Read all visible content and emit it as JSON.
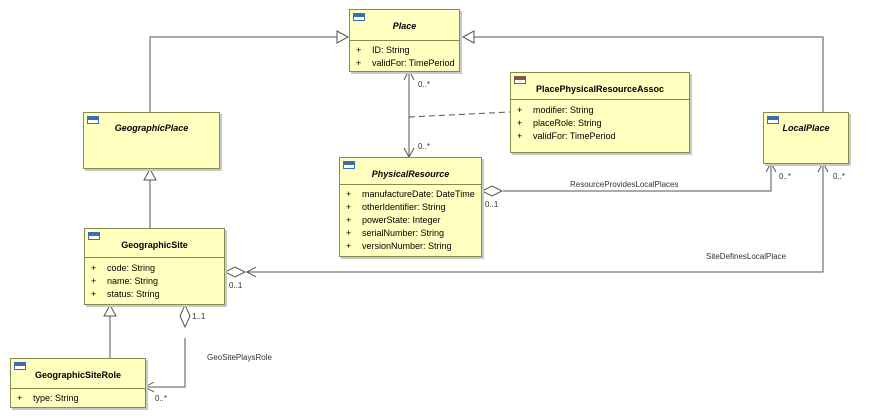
{
  "classes": {
    "place": {
      "name": "Place",
      "attributes": [
        {
          "visibility": "+",
          "text": "ID: String"
        },
        {
          "visibility": "+",
          "text": "validFor: TimePeriod"
        }
      ]
    },
    "place_physical_resource_assoc": {
      "name": "PlacePhysicalResourceAssoc",
      "attributes": [
        {
          "visibility": "+",
          "text": "modifier: String"
        },
        {
          "visibility": "+",
          "text": "placeRole: String"
        },
        {
          "visibility": "+",
          "text": "validFor: TimePeriod"
        }
      ]
    },
    "geographic_place": {
      "name": "GeographicPlace",
      "attributes": []
    },
    "local_place": {
      "name": "LocalPlace",
      "attributes": []
    },
    "physical_resource": {
      "name": "PhysicalResource",
      "attributes": [
        {
          "visibility": "+",
          "text": "manufactureDate: DateTime"
        },
        {
          "visibility": "+",
          "text": "otherIdentifier: String"
        },
        {
          "visibility": "+",
          "text": "powerState: Integer"
        },
        {
          "visibility": "+",
          "text": "serialNumber: String"
        },
        {
          "visibility": "+",
          "text": "versionNumber: String"
        }
      ]
    },
    "geographic_site": {
      "name": "GeographicSite",
      "attributes": [
        {
          "visibility": "+",
          "text": "code: String"
        },
        {
          "visibility": "+",
          "text": "name: String"
        },
        {
          "visibility": "+",
          "text": "status: String"
        }
      ]
    },
    "geographic_site_role": {
      "name": "GeographicSiteRole",
      "attributes": [
        {
          "visibility": "+",
          "text": "type: String"
        }
      ]
    }
  },
  "associations": {
    "resource_provides_local_places": "ResourceProvidesLocalPlaces",
    "site_defines_local_place": "SiteDefinesLocalPlace",
    "geo_site_plays_role": "GeoSitePlaysRole"
  },
  "multiplicities": {
    "place_resource_top": "0..*",
    "place_resource_bottom": "0..*",
    "resource_side": "0..1",
    "local_place_left": "0..*",
    "local_place_right": "0..*",
    "site_local": "0..1",
    "site_role_top": "1..1",
    "site_role_bottom": "0..*"
  }
}
